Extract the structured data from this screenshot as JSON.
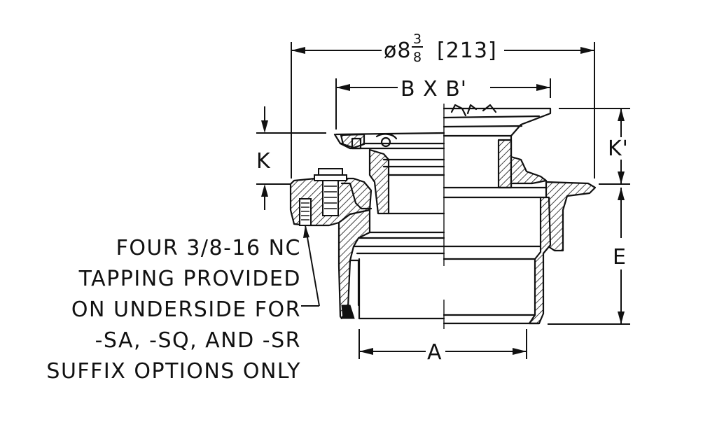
{
  "diagram": {
    "dimensions": {
      "overall_diameter_prefix": "ø8",
      "overall_diameter_frac_num": "3",
      "overall_diameter_frac_den": "8",
      "overall_diameter_metric": "[213]",
      "strainer_size": "B X B'",
      "k": "K",
      "k_prime": "K'",
      "e": "E",
      "a": "A"
    },
    "note_lines": [
      "FOUR 3/8-16 NC",
      "TAPPING PROVIDED",
      "ON UNDERSIDE FOR",
      "-SA, -SQ, AND -SR",
      "SUFFIX OPTIONS ONLY"
    ]
  }
}
